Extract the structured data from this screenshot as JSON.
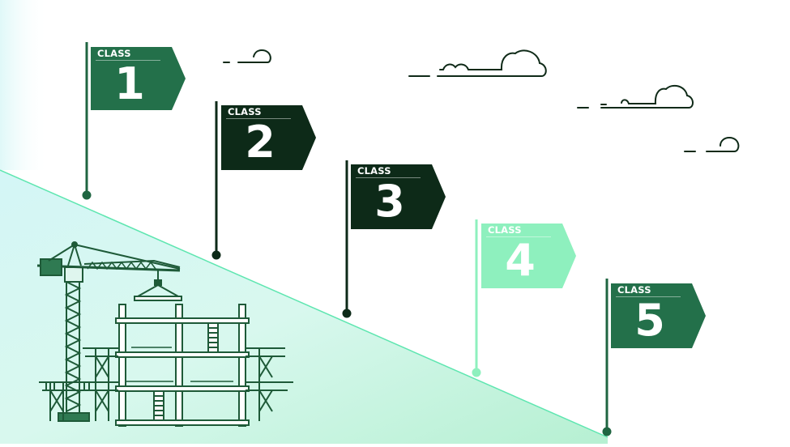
{
  "diagram": {
    "type": "staircase-of-flags",
    "description": "Descending slope with five numbered class flags and a construction scene",
    "colors": {
      "background": "#ffffff",
      "slope_fill_start": "#d8f7f4",
      "slope_fill_end": "#b8f0d8",
      "slope_line": "#5ee6b0",
      "cloud_stroke": "#0f2a18"
    },
    "flags": [
      {
        "label": "CLASS",
        "number": "1",
        "color": "#23704a",
        "pole_color": "#1f6541"
      },
      {
        "label": "CLASS",
        "number": "2",
        "color": "#0d2a18",
        "pole_color": "#0d2a18"
      },
      {
        "label": "CLASS",
        "number": "3",
        "color": "#0d2a18",
        "pole_color": "#0d2a18"
      },
      {
        "label": "CLASS",
        "number": "4",
        "color": "#8ef0be",
        "pole_color": "#8ef0be"
      },
      {
        "label": "CLASS",
        "number": "5",
        "color": "#23704a",
        "pole_color": "#1f6541"
      }
    ],
    "illustration": {
      "items": [
        "tower-crane",
        "building-frame",
        "scaffolding",
        "hanging-load"
      ],
      "stroke": "#1e5a38"
    },
    "clouds": 4
  }
}
